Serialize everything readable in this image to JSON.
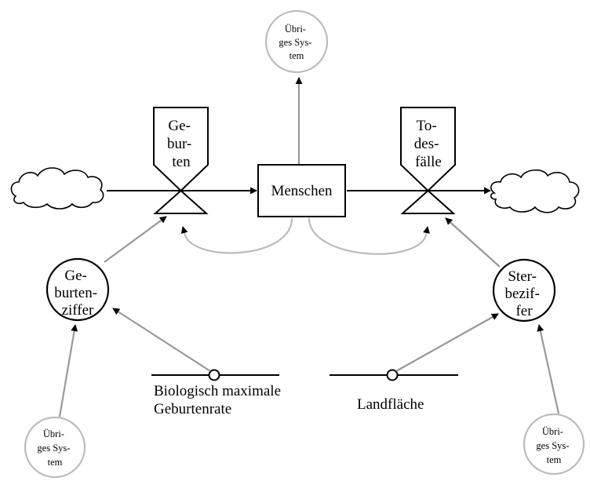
{
  "diagram": {
    "stock": {
      "label": "Menschen"
    },
    "flows": {
      "births": {
        "lines": [
          "Ge-",
          "bur-",
          "ten"
        ]
      },
      "deaths": {
        "lines": [
          "To-",
          "des-",
          "fälle"
        ]
      }
    },
    "auxiliaries": {
      "birth_rate": {
        "lines": [
          "Ge-",
          "burten-",
          "ziffer"
        ]
      },
      "death_rate": {
        "lines": [
          "Ster-",
          "bezif-",
          "fer"
        ]
      }
    },
    "constants": {
      "max_birth_rate": {
        "lines": [
          "Biologisch maximale",
          "Geburtenrate"
        ]
      },
      "land_area": {
        "label": "Landfläche"
      }
    },
    "external_systems": {
      "top": {
        "lines": [
          "Übri-",
          "ges Sys-",
          "tem"
        ]
      },
      "bottom_left": {
        "lines": [
          "Übri-",
          "ges Sys-",
          "tem"
        ]
      },
      "bottom_right": {
        "lines": [
          "Übri-",
          "ges Sys-",
          "tem"
        ]
      }
    },
    "colors": {
      "gray": "#999999",
      "light_gray": "#bbbbbb",
      "black": "#000000"
    }
  }
}
